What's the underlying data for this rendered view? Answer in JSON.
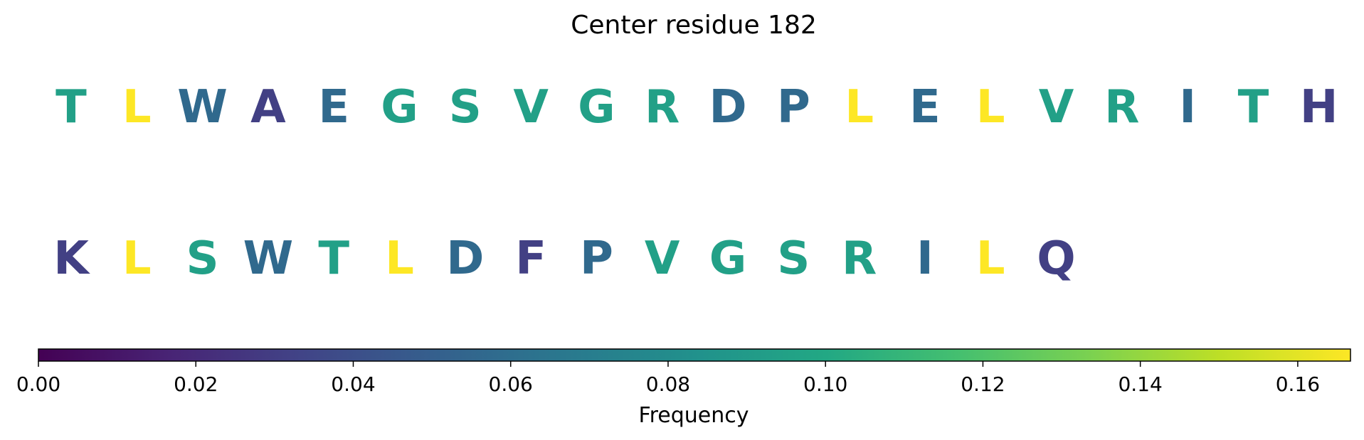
{
  "chart_data": {
    "type": "sequence-logo",
    "title": "Center residue 182",
    "rows": [
      [
        {
          "residue": "T",
          "frequency": 0.094
        },
        {
          "residue": "L",
          "frequency": 0.167
        },
        {
          "residue": "W",
          "frequency": 0.057
        },
        {
          "residue": "A",
          "frequency": 0.031
        },
        {
          "residue": "E",
          "frequency": 0.057
        },
        {
          "residue": "G",
          "frequency": 0.094
        },
        {
          "residue": "S",
          "frequency": 0.094
        },
        {
          "residue": "V",
          "frequency": 0.094
        },
        {
          "residue": "G",
          "frequency": 0.094
        },
        {
          "residue": "R",
          "frequency": 0.094
        },
        {
          "residue": "D",
          "frequency": 0.057
        },
        {
          "residue": "P",
          "frequency": 0.057
        },
        {
          "residue": "L",
          "frequency": 0.167
        },
        {
          "residue": "E",
          "frequency": 0.057
        },
        {
          "residue": "L",
          "frequency": 0.167
        },
        {
          "residue": "V",
          "frequency": 0.094
        },
        {
          "residue": "R",
          "frequency": 0.094
        },
        {
          "residue": "I",
          "frequency": 0.057
        },
        {
          "residue": "T",
          "frequency": 0.094
        },
        {
          "residue": "H",
          "frequency": 0.031
        }
      ],
      [
        {
          "residue": "K",
          "frequency": 0.031
        },
        {
          "residue": "L",
          "frequency": 0.167
        },
        {
          "residue": "S",
          "frequency": 0.094
        },
        {
          "residue": "W",
          "frequency": 0.057
        },
        {
          "residue": "T",
          "frequency": 0.094
        },
        {
          "residue": "L",
          "frequency": 0.167
        },
        {
          "residue": "D",
          "frequency": 0.057
        },
        {
          "residue": "F",
          "frequency": 0.031
        },
        {
          "residue": "P",
          "frequency": 0.057
        },
        {
          "residue": "V",
          "frequency": 0.094
        },
        {
          "residue": "G",
          "frequency": 0.094
        },
        {
          "residue": "S",
          "frequency": 0.094
        },
        {
          "residue": "R",
          "frequency": 0.094
        },
        {
          "residue": "I",
          "frequency": 0.057
        },
        {
          "residue": "L",
          "frequency": 0.167
        },
        {
          "residue": "Q",
          "frequency": 0.031
        }
      ]
    ],
    "colorbar": {
      "label": "Frequency",
      "colormap": "viridis",
      "range": [
        0,
        0.1667
      ],
      "ticks": [
        "0.00",
        "0.02",
        "0.04",
        "0.06",
        "0.08",
        "0.10",
        "0.12",
        "0.14",
        "0.16"
      ],
      "orientation": "horizontal",
      "placement": "bottom"
    }
  }
}
